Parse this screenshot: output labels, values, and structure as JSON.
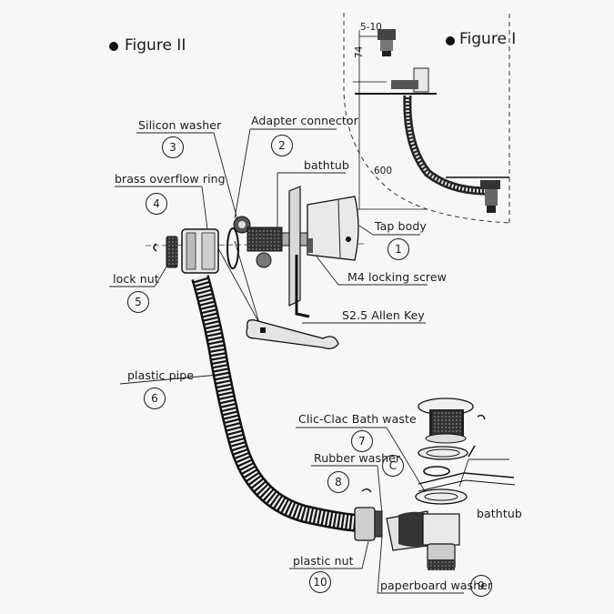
{
  "figures": {
    "fig2_title": "Figure II",
    "fig1_title": "Figure I"
  },
  "dimensions": {
    "d1": "5-10",
    "d2": "74",
    "d3": "600"
  },
  "parts": [
    {
      "label": "Silicon washer",
      "num": "3"
    },
    {
      "label": "Adapter connector",
      "num": "2"
    },
    {
      "label": "bathtub",
      "num": ""
    },
    {
      "label": "brass overflow ring",
      "num": "4"
    },
    {
      "label": "Tap body",
      "num": "1"
    },
    {
      "label": "lock nut",
      "num": "5"
    },
    {
      "label": "M4 locking screw",
      "num": ""
    },
    {
      "label": "S2.5 Allen Key",
      "num": ""
    },
    {
      "label": "plastic pipe",
      "num": "6"
    },
    {
      "label": "Clic-Clac Bath waste",
      "num": "7"
    },
    {
      "label": "Rubber washer",
      "num": "8"
    },
    {
      "label": "bathtub",
      "num": ""
    },
    {
      "label": "plastic nut",
      "num": "10"
    },
    {
      "label": "paperboard washer",
      "num": "9"
    }
  ],
  "callout_c": "C"
}
